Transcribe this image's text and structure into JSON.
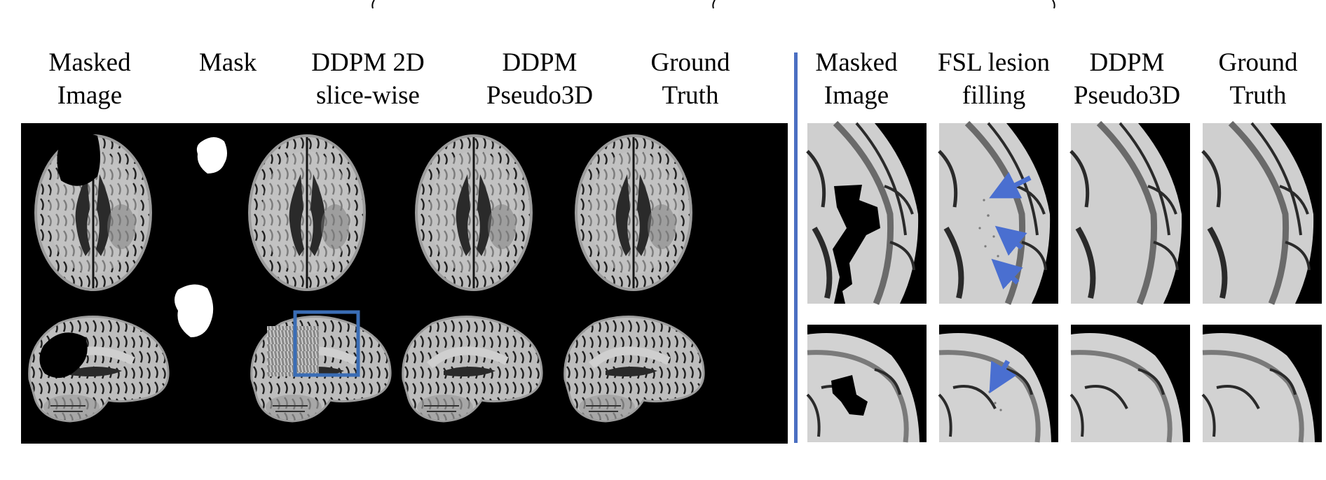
{
  "figure": {
    "left_headers": [
      {
        "line1": "Masked",
        "line2": "Image"
      },
      {
        "line1": "Mask",
        "line2": ""
      },
      {
        "line1": "DDPM 2D",
        "line2": "slice-wise"
      },
      {
        "line1": "DDPM",
        "line2": "Pseudo3D"
      },
      {
        "line1": "Ground",
        "line2": "Truth"
      }
    ],
    "right_headers": [
      {
        "line1": "Masked",
        "line2": "Image"
      },
      {
        "line1": "FSL lesion",
        "line2": "filling"
      },
      {
        "line1": "DDPM",
        "line2": "Pseudo3D"
      },
      {
        "line1": "Ground",
        "line2": "Truth"
      }
    ]
  },
  "colors": {
    "panel_background": "#000000",
    "divider": "#4b6fc2",
    "highlight_box": "#3a6db5",
    "arrow": "#4a6fd0",
    "brain_tissue": "#bdbdbd",
    "sulci": "#1e1e1e"
  }
}
